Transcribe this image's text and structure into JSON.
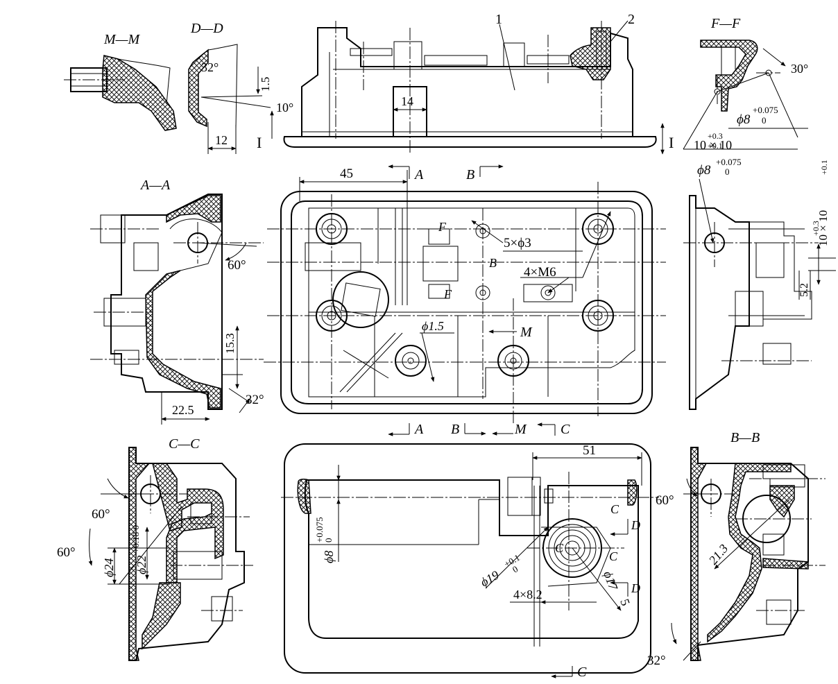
{
  "drawing": {
    "section_titles": {
      "mm": "M—M",
      "dd": "D—D",
      "ff": "F—F",
      "aa": "A—A",
      "cc": "C—C",
      "bb": "B—B"
    },
    "cut_letters": {
      "a": "A",
      "b": "B",
      "c": "C",
      "d": "D",
      "f": "F",
      "m": "M",
      "roman": "I"
    },
    "part_labels": [
      "1",
      "2"
    ],
    "dimensions": {
      "d_45": "45",
      "d_14": "14",
      "d_12": "12",
      "d_15": "1.5",
      "ang_32": "32°",
      "ang_10": "10°",
      "ang_30": "30°",
      "ang_60": "60°",
      "d_153": "15.3",
      "d_225": "22.5",
      "d_51": "51",
      "d_52": "5.2",
      "d_213": "21.3",
      "phi24": "ϕ24",
      "phi22": "ϕ22",
      "phi22_tol": "+0.18 0",
      "phi8": "ϕ8",
      "phi8_tol_up": "+0.075",
      "phi8_tol_lo": "0",
      "phi15": "ϕ1.5",
      "phi19": "ϕ19",
      "phi19_tol_up": "+0.1",
      "phi19_tol_lo": "0",
      "phi17": "ϕ17",
      "phi17_suffix": "5",
      "n5phi3": "5×ϕ3",
      "n4m6": "4×M6",
      "n4_82": "4×8.2",
      "slot_dim": "10 × 10",
      "slot_tol_up": "+0.3",
      "slot_tol_lo": "+0.1"
    }
  }
}
